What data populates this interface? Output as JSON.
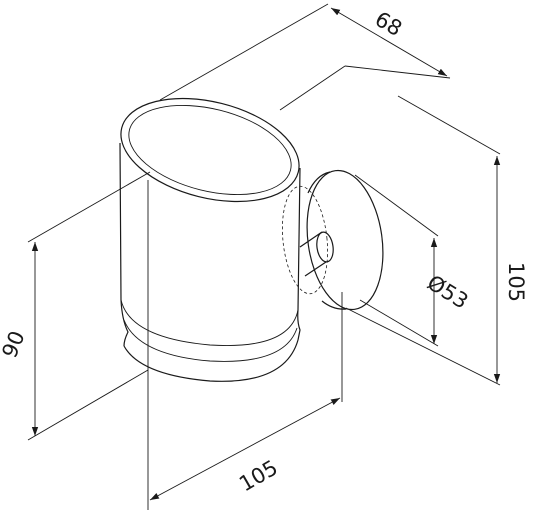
{
  "dimensions": {
    "depth": "68",
    "overall_height": "105",
    "flange_diameter": "Ø53",
    "cup_height": "90",
    "overall_width": "105"
  },
  "colors": {
    "line": "#1a1a1a",
    "background": "#ffffff"
  }
}
